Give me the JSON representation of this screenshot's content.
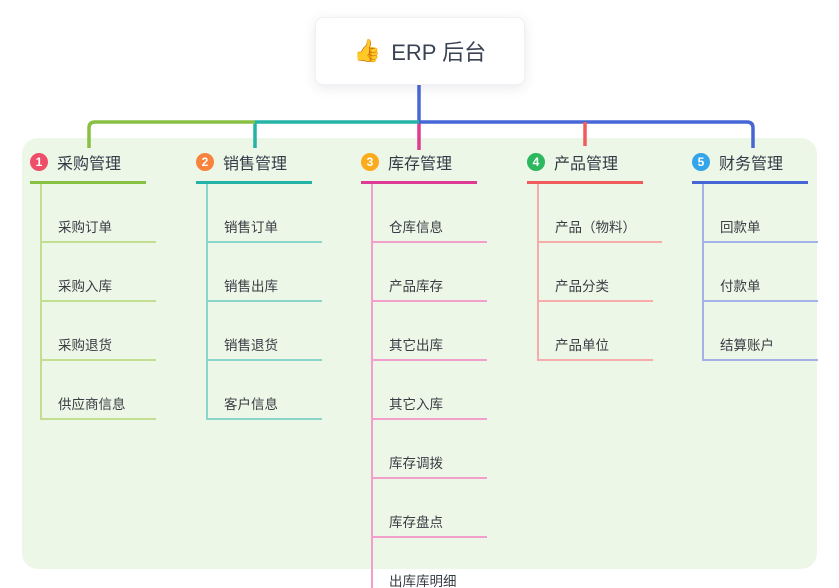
{
  "root": {
    "icon": "👍",
    "label": "ERP 后台"
  },
  "colors": {
    "panel": "#edf7e8",
    "root_line": "#4b66d9"
  },
  "branches": [
    {
      "badge": "1",
      "label": "采购管理",
      "badge_color": "#ef4e68",
      "color": "#88c043",
      "light_color": "#c2de92",
      "children": [
        "采购订单",
        "采购入库",
        "采购退货",
        "供应商信息"
      ]
    },
    {
      "badge": "2",
      "label": "销售管理",
      "badge_color": "#f8833c",
      "color": "#24b3a6",
      "light_color": "#8bd6cb",
      "children": [
        "销售订单",
        "销售出库",
        "销售退货",
        "客户信息"
      ]
    },
    {
      "badge": "3",
      "label": "库存管理",
      "badge_color": "#fbab1c",
      "color": "#de3b94",
      "light_color": "#f2a0cb",
      "children": [
        "仓库信息",
        "产品库存",
        "其它出库",
        "其它入库",
        "库存调拨",
        "库存盘点",
        "出库库明细"
      ]
    },
    {
      "badge": "4",
      "label": "产品管理",
      "badge_color": "#2cb85f",
      "color": "#f25b5e",
      "light_color": "#f7abab",
      "children": [
        "产品（物料）",
        "产品分类",
        "产品单位"
      ]
    },
    {
      "badge": "5",
      "label": "财务管理",
      "badge_color": "#34a5e8",
      "color": "#4766d6",
      "light_color": "#a3b3e8",
      "children": [
        "回款单",
        "付款单",
        "结算账户"
      ]
    }
  ]
}
